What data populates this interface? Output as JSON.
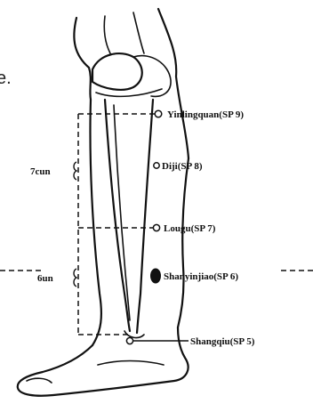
{
  "fragment_text": "e.",
  "measurements": [
    {
      "id": "upper",
      "label": "7cun"
    },
    {
      "id": "lower",
      "label": "6un"
    }
  ],
  "points": [
    {
      "id": "sp9",
      "label": "Yinlingquan(SP 9)",
      "marker": "hollow"
    },
    {
      "id": "sp8",
      "label": "Diji(SP 8)",
      "marker": "hollow"
    },
    {
      "id": "sp7",
      "label": "Lougu(SP 7)",
      "marker": "hollow"
    },
    {
      "id": "sp6",
      "label": "Shanyinjiao(SP 6)",
      "marker": "solid"
    },
    {
      "id": "sp5",
      "label": "Shangqiu(SP 5)",
      "marker": "hollow"
    }
  ]
}
